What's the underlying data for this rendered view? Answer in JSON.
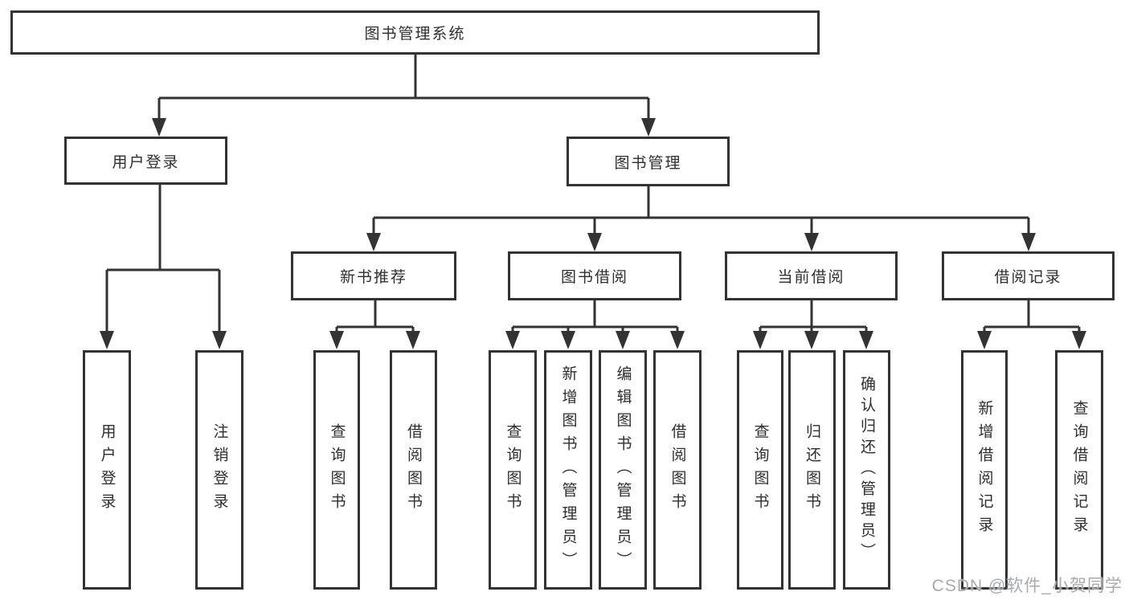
{
  "tree": {
    "root": "图书管理系统",
    "branches": [
      {
        "label": "用户登录",
        "children": [
          "用户登录",
          "注销登录"
        ]
      },
      {
        "label": "图书管理",
        "children": [
          {
            "label": "新书推荐",
            "children": [
              "查询图书",
              "借阅图书"
            ]
          },
          {
            "label": "图书借阅",
            "children": [
              "查询图书",
              "新增图书（管理员）",
              "编辑图书（管理员）",
              "借阅图书"
            ]
          },
          {
            "label": "当前借阅",
            "children": [
              "查询图书",
              "归还图书",
              "确认归还（管理员）"
            ]
          },
          {
            "label": "借阅记录",
            "children": [
              "新增借阅记录",
              "查询借阅记录"
            ]
          }
        ]
      }
    ]
  },
  "watermark": {
    "text": "CSDN @软件_小贺同学"
  },
  "colors": {
    "line": "#333333",
    "text": "#2e2e2e",
    "background": "#ffffff",
    "watermark": "#a8abae"
  }
}
